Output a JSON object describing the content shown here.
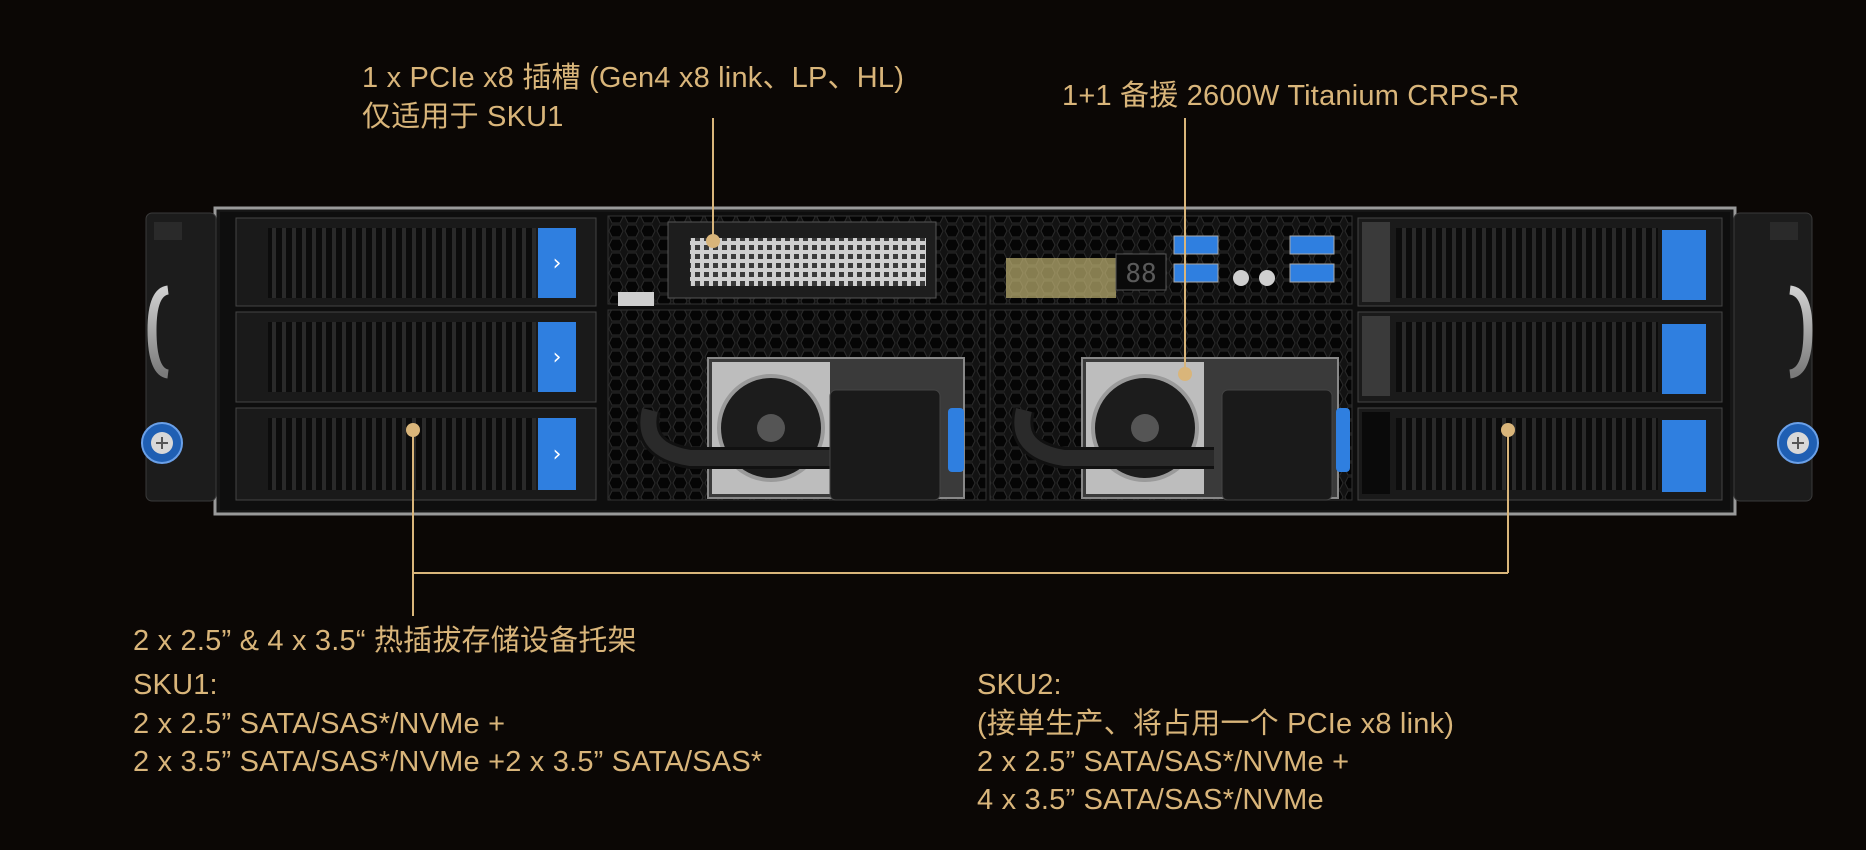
{
  "labels": {
    "pcie_slot": {
      "line1": "1 x PCIe x8 插槽 (Gen4 x8 link、LP、HL)",
      "line2": "仅适用于 SKU1"
    },
    "psu": {
      "line1": "1+1 备援 2600W Titanium CRPS-R"
    },
    "storage_bays": {
      "title": "2 x 2.5” & 4 x 3.5“ 热插拔存储设备托架",
      "sku1": {
        "heading": "SKU1:",
        "line1": "2 x 2.5” SATA/SAS*/NVMe +",
        "line2": "2 x 3.5” SATA/SAS*/NVMe +2 x 3.5” SATA/SAS*"
      },
      "sku2": {
        "heading": "SKU2:",
        "line1": "(接单生产、将占用一个 PCIe x8 link)",
        "line2": "2 x 2.5” SATA/SAS*/NVMe +",
        "line3": "4 x 3.5” SATA/SAS*/NVMe"
      }
    }
  },
  "colors": {
    "background": "#0b0705",
    "callout": "#d9b57a",
    "chassis": "#111111",
    "tray_latch": "#2f7fe0",
    "bezel_metal": "#8a8a8a"
  },
  "led_display": "88"
}
